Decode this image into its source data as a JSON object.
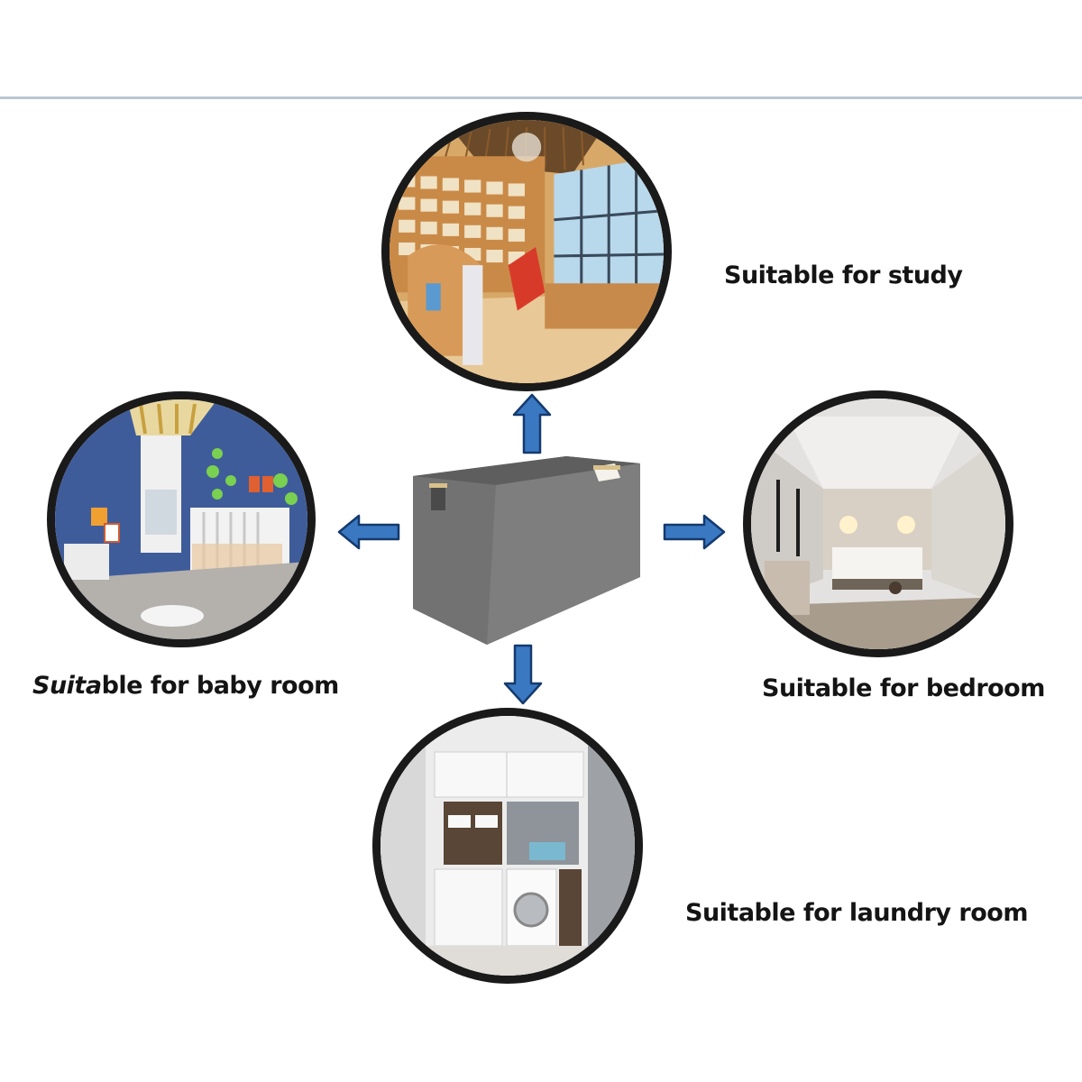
{
  "colors": {
    "arrow_fill": "#3a78c2",
    "arrow_stroke": "#143a6e",
    "circle_border": "#1a1a1a",
    "basket_gray": "#7c7c7c",
    "rule": "#b9c5d2",
    "text": "#141414"
  },
  "product": {
    "name": "fabric storage basket with wooden handles",
    "icon": "storage-basket-icon"
  },
  "scenes": {
    "study": {
      "label_prefix": "",
      "label_italic": "",
      "label_rest": "Suitable for study",
      "image": "study-library-room"
    },
    "baby": {
      "label_prefix": "",
      "label_italic": "Suita",
      "label_rest": "ble for baby room",
      "image": "nursery-baby-room"
    },
    "bedroom": {
      "label_prefix": "",
      "label_italic": "",
      "label_rest": "Suitable for bedroom",
      "image": "bedroom"
    },
    "laundry": {
      "label_prefix": "",
      "label_italic": "",
      "label_rest": "Suitable for laundry room",
      "image": "laundry-room"
    }
  }
}
